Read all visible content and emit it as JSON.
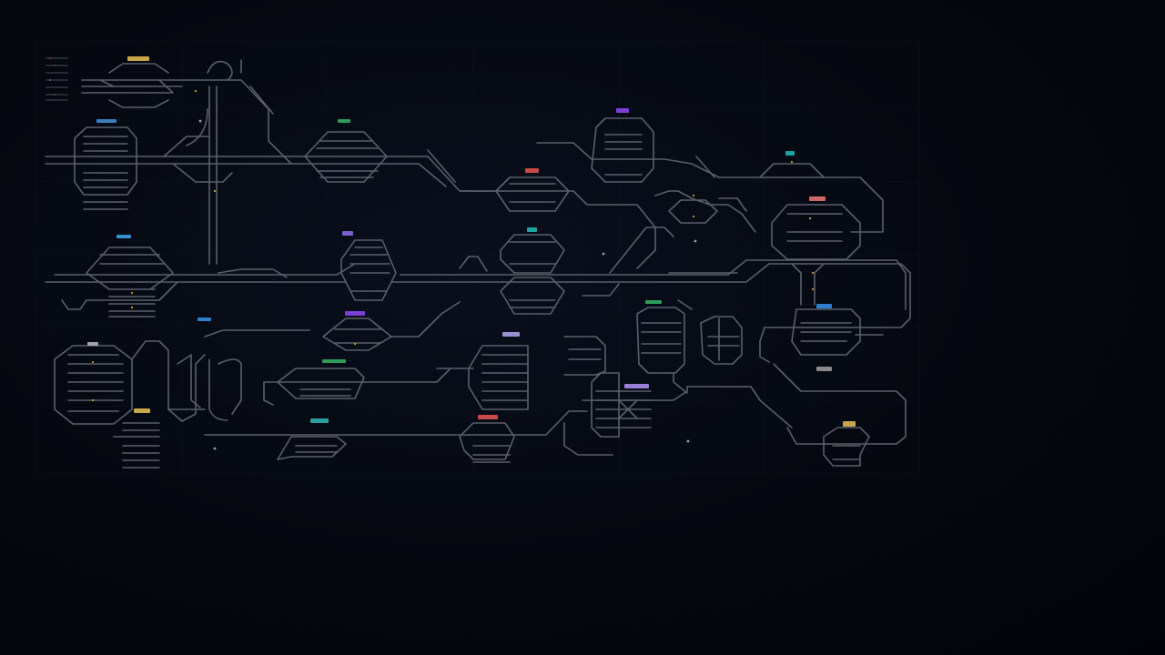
{
  "app": {
    "title": ""
  },
  "colors": {
    "background": "#03050b",
    "track": "#5b5f69",
    "signal": "#c8a030"
  },
  "stations": [
    {
      "id": "s1",
      "label": "",
      "color": "#c9a84a"
    },
    {
      "id": "s2",
      "label": "",
      "color": "#3f7fbf"
    },
    {
      "id": "s3",
      "label": "",
      "color": "#2e9e5a"
    },
    {
      "id": "s4",
      "label": "",
      "color": "#7c3fd6"
    },
    {
      "id": "s5",
      "label": "",
      "color": "#1fa3a3"
    },
    {
      "id": "s6",
      "label": "",
      "color": "#c94a4a"
    },
    {
      "id": "s7",
      "label": "",
      "color": "#d06868"
    },
    {
      "id": "s8",
      "label": "",
      "color": "#3a8fcf"
    },
    {
      "id": "s9",
      "label": "",
      "color": "#7a5fcf"
    },
    {
      "id": "s10",
      "label": "",
      "color": "#1fa3a3"
    },
    {
      "id": "s11",
      "label": "",
      "color": "#2e7fcf"
    },
    {
      "id": "s12",
      "label": "",
      "color": "#2e9e5a"
    },
    {
      "id": "s13",
      "label": "",
      "color": "#7c3fd6"
    },
    {
      "id": "s14",
      "label": "",
      "color": "#2e9e5a"
    },
    {
      "id": "s15",
      "label": "",
      "color": "#9a8fd6"
    },
    {
      "id": "s16",
      "label": "",
      "color": "#2e7fcf"
    },
    {
      "id": "s17",
      "label": "",
      "color": "#a0a0b0"
    },
    {
      "id": "s18",
      "label": "",
      "color": "#c9a84a"
    },
    {
      "id": "s19",
      "label": "",
      "color": "#9a7fd6"
    },
    {
      "id": "s20",
      "label": "",
      "color": "#2e9e9e"
    },
    {
      "id": "s21",
      "label": "",
      "color": "#c94a4a"
    },
    {
      "id": "s22",
      "label": "",
      "color": "#8a8a8a"
    },
    {
      "id": "s23",
      "label": "",
      "color": "#c9a84a"
    },
    {
      "id": "s24",
      "label": "",
      "color": "#a0a0a0"
    }
  ]
}
